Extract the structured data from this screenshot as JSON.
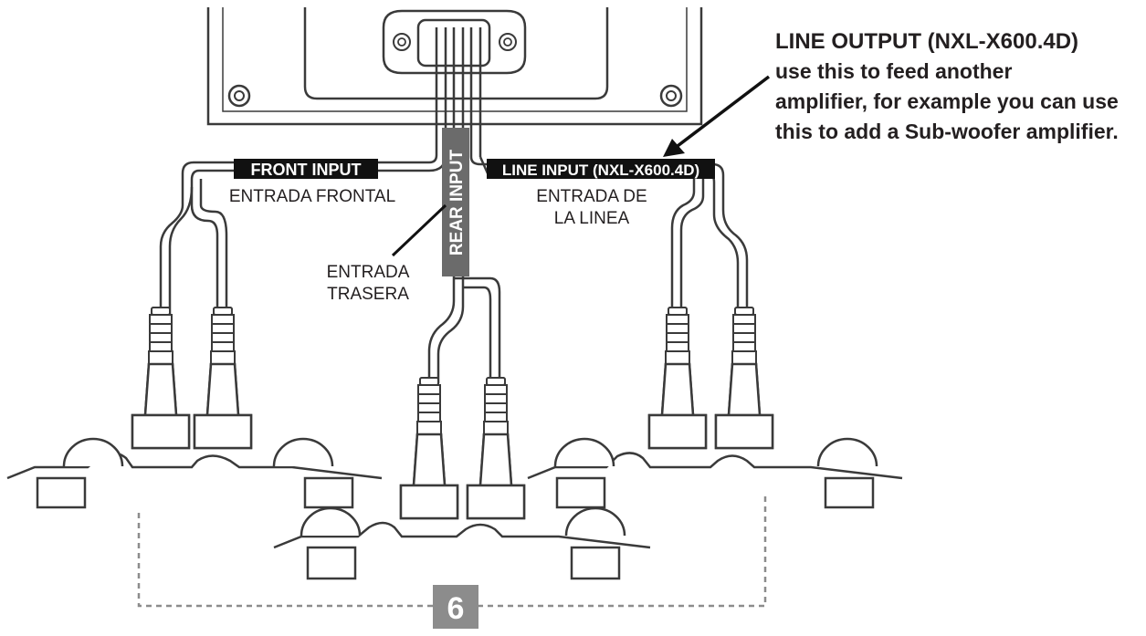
{
  "labels": {
    "front_input": "FRONT INPUT",
    "front_input_es": "ENTRADA FRONTAL",
    "rear_input": "REAR INPUT",
    "rear_input_es_1": "ENTRADA",
    "rear_input_es_2": "TRASERA",
    "line_input": "LINE INPUT (NXL-X600.4D)",
    "line_input_es_1": "ENTRADA DE",
    "line_input_es_2": "LA LINEA",
    "line_output_title": "LINE OUTPUT (NXL-X600.4D)",
    "line_output_desc_1": "use this to feed another",
    "line_output_desc_2": "amplifier, for example you can use",
    "line_output_desc_3": "this to add a Sub-woofer amplifier.",
    "step_number": "6"
  },
  "colors": {
    "outline": "#3a3a3a",
    "label_dark": "#111111",
    "rear_label_bg": "#6b6b6b",
    "step_badge_bg": "#8c8c8c",
    "dashed_line": "#8c8c8c"
  }
}
